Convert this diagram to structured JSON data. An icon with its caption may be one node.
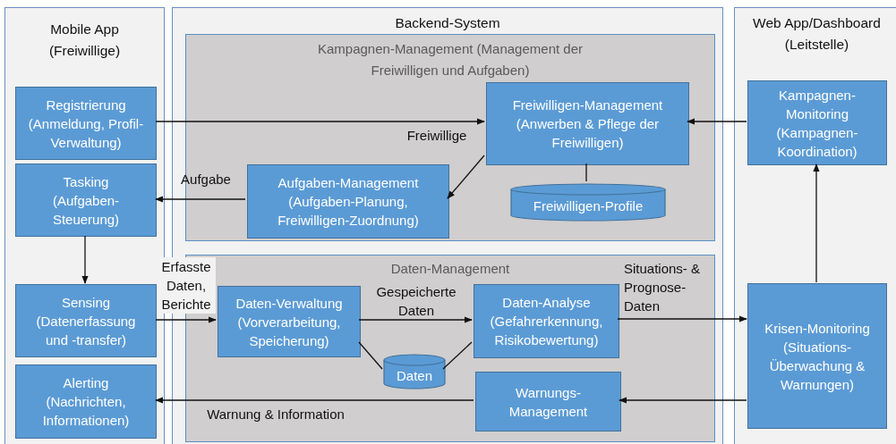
{
  "diagram": {
    "nodes": [
      {
        "text": [
          "Mobile App (Freiwillige)"
        ]
      },
      {
        "text": [
          "Registrierung (Anmeldung, Profil-Verwaltung)"
        ],
        "in": 0
      },
      {
        "text": [
          "Tasking (Aufgaben-Steuerung)"
        ],
        "in": 0
      },
      {
        "text": [
          "Sensing (Datenerfassung und -transfer)"
        ],
        "in": 0
      },
      {
        "text": [
          "Alerting (Nachrichten, Informationen)"
        ],
        "in": 0
      },
      {
        "text": [
          "Backend-System"
        ]
      },
      {
        "text": [
          "Kampagnen-Management (Management der Freiwilligen und Aufgaben)"
        ],
        "in": 5
      },
      {
        "text": [
          "Freiwilligen-Management (Anwerben & Pflege der Freiwilligen)"
        ],
        "in": 6
      },
      {
        "text": [
          "Aufgaben-Management (Aufgaben-Planung, Freiwilligen-Zuordnung)"
        ],
        "in": 6
      },
      {
        "text": [
          "Freiwilligen-Profile"
        ],
        "in": 6
      },
      {
        "text": [
          "Daten-Management"
        ],
        "in": 5
      },
      {
        "text": [
          "Daten-Verwaltung (Vorverarbeitung, Speicherung)"
        ],
        "in": 10
      },
      {
        "text": [
          "Daten-Analyse (Gefahrerkennung, Risikobewertung)"
        ],
        "in": 10
      },
      {
        "text": [
          "Daten"
        ],
        "in": 10
      },
      {
        "text": [
          "Warnungs-Management"
        ],
        "in": 10
      },
      {
        "text": [
          "Web App/Dashboard (Leitstelle)"
        ]
      },
      {
        "text": [
          "Kampagnen-Monitoring (Kampagnen-Koordination)"
        ],
        "in": 15
      },
      {
        "text": [
          "Krisen-Monitoring (Situations-Überwachung & Warnungen)"
        ],
        "in": 15
      }
    ],
    "edges": [
      {
        "from": 1,
        "to": 7,
        "arrow": "to",
        "label": "Freiwillige"
      },
      {
        "from": 16,
        "to": 7,
        "arrow": "to"
      },
      {
        "from": 7,
        "to": 8,
        "arrow": "to"
      },
      {
        "from": 7,
        "to": 9,
        "arrow": "none"
      },
      {
        "from": 8,
        "to": 2,
        "arrow": "to",
        "label": "Aufgabe"
      },
      {
        "from": 2,
        "to": 3,
        "arrow": "to"
      },
      {
        "from": 3,
        "to": 11,
        "arrow": "to",
        "label": "Erfasste Daten, Berichte"
      },
      {
        "from": 11,
        "to": 12,
        "arrow": "to",
        "label": "Gespeicherte Daten"
      },
      {
        "from": 11,
        "to": 13,
        "arrow": "none"
      },
      {
        "from": 13,
        "to": 12,
        "arrow": "none"
      },
      {
        "from": 12,
        "to": 17,
        "arrow": "to",
        "label": "Situations- & Prognose-Daten"
      },
      {
        "from": 17,
        "to": 16,
        "arrow": "to"
      },
      {
        "from": 17,
        "to": 14,
        "arrow": "to"
      },
      {
        "from": 14,
        "to": 4,
        "arrow": "to",
        "label": "Warnung & Information"
      }
    ]
  }
}
